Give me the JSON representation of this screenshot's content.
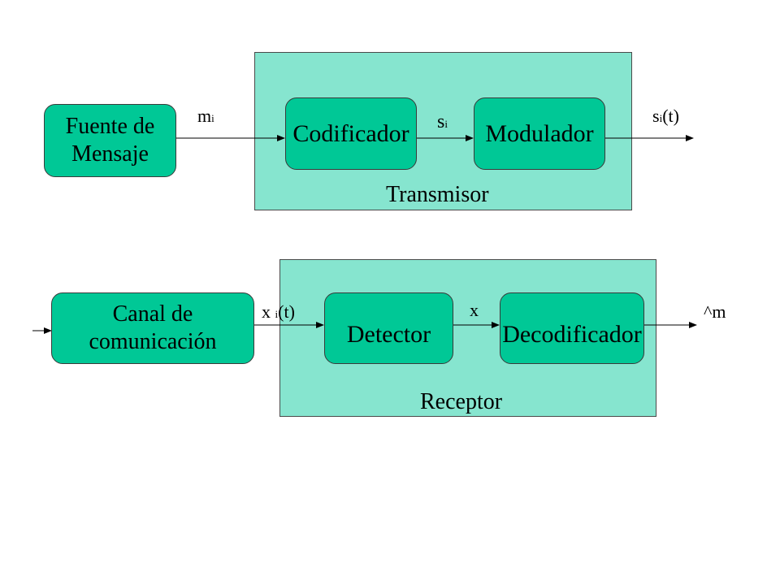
{
  "transmitter": {
    "title": "Transmisor",
    "source_box": "Fuente de\nMensaje",
    "encoder_box": "Codificador",
    "modulator_box": "Modulador",
    "signal_in": {
      "base": "m",
      "sub": "i"
    },
    "signal_mid": {
      "base": "s",
      "sub": "i"
    },
    "signal_out": {
      "base": "s",
      "sub": "i",
      "tail": "(t)"
    }
  },
  "receiver": {
    "title": "Receptor",
    "channel_box": "Canal de\ncomunicación",
    "detector_box": "Detector",
    "decoder_box": "Decodificador",
    "signal_in": {
      "base": "x ",
      "sub": "i",
      "tail": "(t)"
    },
    "signal_mid": "x",
    "signal_out": "^m"
  }
}
